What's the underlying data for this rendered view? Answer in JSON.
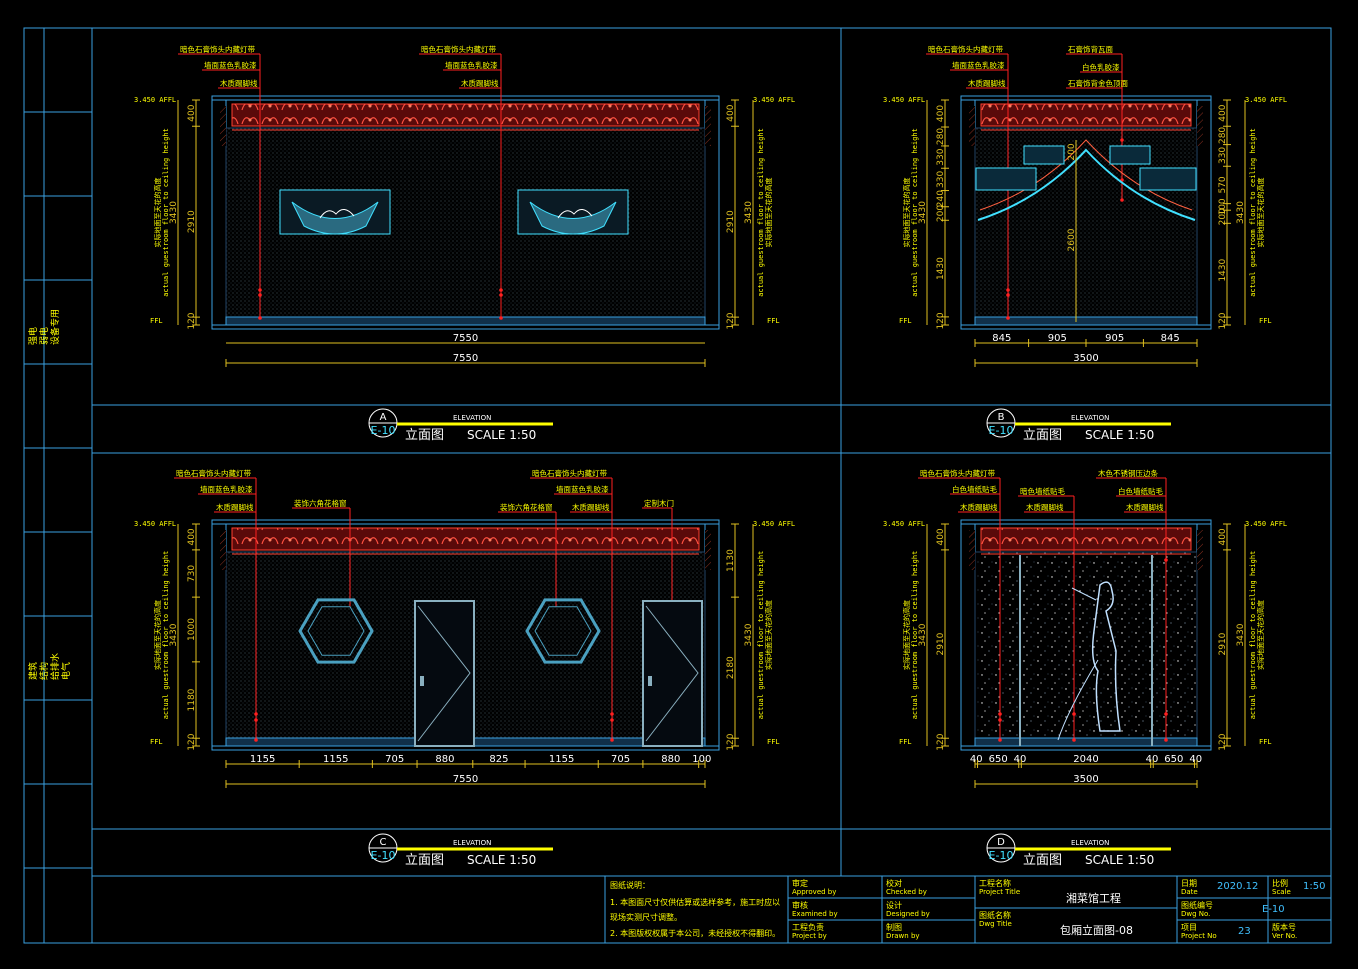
{
  "colors": {
    "background": "#000000",
    "frame": "#3aa0e0",
    "dim": "#e0c020",
    "leader": "#ff2020",
    "wall": "#3aa0e0",
    "cyan": "#40e0ff",
    "yellow": "#ffff00"
  },
  "side_panel": {
    "group1": [
      "强电",
      "弱电",
      "设备专用"
    ],
    "group2": [
      "建筑",
      "结构",
      "给排水",
      "电气"
    ]
  },
  "elevations": {
    "A": {
      "letter": "A",
      "sheet": "E-10",
      "elevation": "ELEVATION",
      "title": "立面图",
      "scale": "SCALE 1:50",
      "level": "3.450 AFFL",
      "ffl": "FFL",
      "callouts": [
        "暗色石膏饰头内藏灯带",
        "墙面蓝色乳胶漆",
        "木质踢脚线",
        "暗色石膏饰头内藏灯带",
        "墙面蓝色乳胶漆",
        "木质踢脚线"
      ],
      "left_dims": [
        "400",
        "2910",
        "120"
      ],
      "right_dims": [
        "400",
        "2910",
        "120"
      ],
      "total_h": "3430",
      "note_cn": "实际地面至天花的高度",
      "note_en": "actual guestroom floor to ceiling height",
      "bottom_dims": [
        "7550"
      ],
      "overall": "7550"
    },
    "B": {
      "letter": "B",
      "sheet": "E-10",
      "elevation": "ELEVATION",
      "title": "立面图",
      "scale": "SCALE 1:50",
      "level": "3.450 AFFL",
      "ffl": "FFL",
      "callouts": [
        "暗色石膏饰头内藏灯带",
        "墙面蓝色乳胶漆",
        "木质踢脚线",
        "石膏饰背瓦面",
        "白色乳胶漆",
        "石膏饰背金色顶面"
      ],
      "left_dims": [
        "400",
        "280",
        "330",
        "330",
        "240",
        "200",
        "1430",
        "120"
      ],
      "right_dims": [
        "400",
        "280",
        "330",
        "570",
        "100",
        "200",
        "1430",
        "120"
      ],
      "center_dims": [
        "200",
        "2600"
      ],
      "total_h": "3430",
      "note_cn": "实际地面至天花的高度",
      "note_en": "actual guestroom floor to ceiling height",
      "bottom_dims": [
        "845",
        "905",
        "905",
        "845"
      ],
      "overall": "3500"
    },
    "C": {
      "letter": "C",
      "sheet": "E-10",
      "elevation": "ELEVATION",
      "title": "立面图",
      "scale": "SCALE 1:50",
      "level": "3.450 AFFL",
      "ffl": "FFL",
      "callouts": [
        "暗色石膏饰头内藏灯带",
        "墙面蓝色乳胶漆",
        "木质踢脚线",
        "装饰六角花格窗",
        "暗色石膏饰头内藏灯带",
        "墙面蓝色乳胶漆",
        "装饰六角花格窗",
        "木质踢脚线",
        "定制木门"
      ],
      "left_dims": [
        "400",
        "730",
        "1000",
        "1180",
        "120"
      ],
      "right_dims": [
        "1130",
        "2180",
        "120"
      ],
      "total_h": "3430",
      "note_cn": "实际地面至天花的高度",
      "note_en": "actual guestroom floor to ceiling height",
      "bottom_dims": [
        "1155",
        "1155",
        "705",
        "880",
        "825",
        "1155",
        "705",
        "880",
        "100"
      ],
      "overall": "7550"
    },
    "D": {
      "letter": "D",
      "sheet": "E-10",
      "elevation": "ELEVATION",
      "title": "立面图",
      "scale": "SCALE 1:50",
      "level": "3.450 AFFL",
      "ffl": "FFL",
      "callouts": [
        "暗色石膏饰头内藏灯带",
        "白色墙纸贴毛",
        "木质踢脚线",
        "暗色墙纸贴毛",
        "木质踢脚线",
        "木色不锈钢压边条",
        "白色墙纸贴毛",
        "木质踢脚线"
      ],
      "left_dims": [
        "400",
        "2910",
        "120"
      ],
      "right_dims": [
        "400",
        "2910",
        "120"
      ],
      "total_h": "3430",
      "note_cn": "实际地面至天花的高度",
      "note_en": "actual guestroom floor to ceiling height",
      "bottom_dims": [
        "40",
        "650",
        "40",
        "2040",
        "40",
        "650",
        "40"
      ],
      "overall": "3500"
    }
  },
  "title_block": {
    "notes_title": "图纸说明：",
    "note1": "1. 本图面尺寸仅供估算或选样参考，施工时应以",
    "note1b": "现场实测尺寸调整。",
    "note2": "2. 本图版权权属于本公司，未经授权不得翻印。",
    "approved_cn": "审定",
    "approved_en": "Approved by",
    "examined_cn": "审核",
    "examined_en": "Examined by",
    "project_by_cn": "工程负责",
    "project_by_en": "Project by",
    "checked_cn": "校对",
    "checked_en": "Checked by",
    "designed_cn": "设计",
    "designed_en": "Designed by",
    "drawn_cn": "制图",
    "drawn_en": "Drawn by",
    "project_title_cn": "工程名称",
    "project_title_en": "Project Title",
    "project_title": "湘菜馆工程",
    "dwg_title_cn": "图纸名称",
    "dwg_title_en": "Dwg Title",
    "dwg_title": "包厢立面图-08",
    "date_cn": "日期",
    "date_en": "Date",
    "date": "2020.12",
    "scale_cn": "比例",
    "scale_en": "Scale",
    "scale": "1:50",
    "dwg_no_cn": "图纸编号",
    "dwg_no_en": "Dwg No.",
    "dwg_no": "E-10",
    "proj_no_cn": "项目",
    "proj_no_en": "Project No",
    "proj_no": "23",
    "ver_cn": "版本号",
    "ver_en": "Ver No."
  }
}
